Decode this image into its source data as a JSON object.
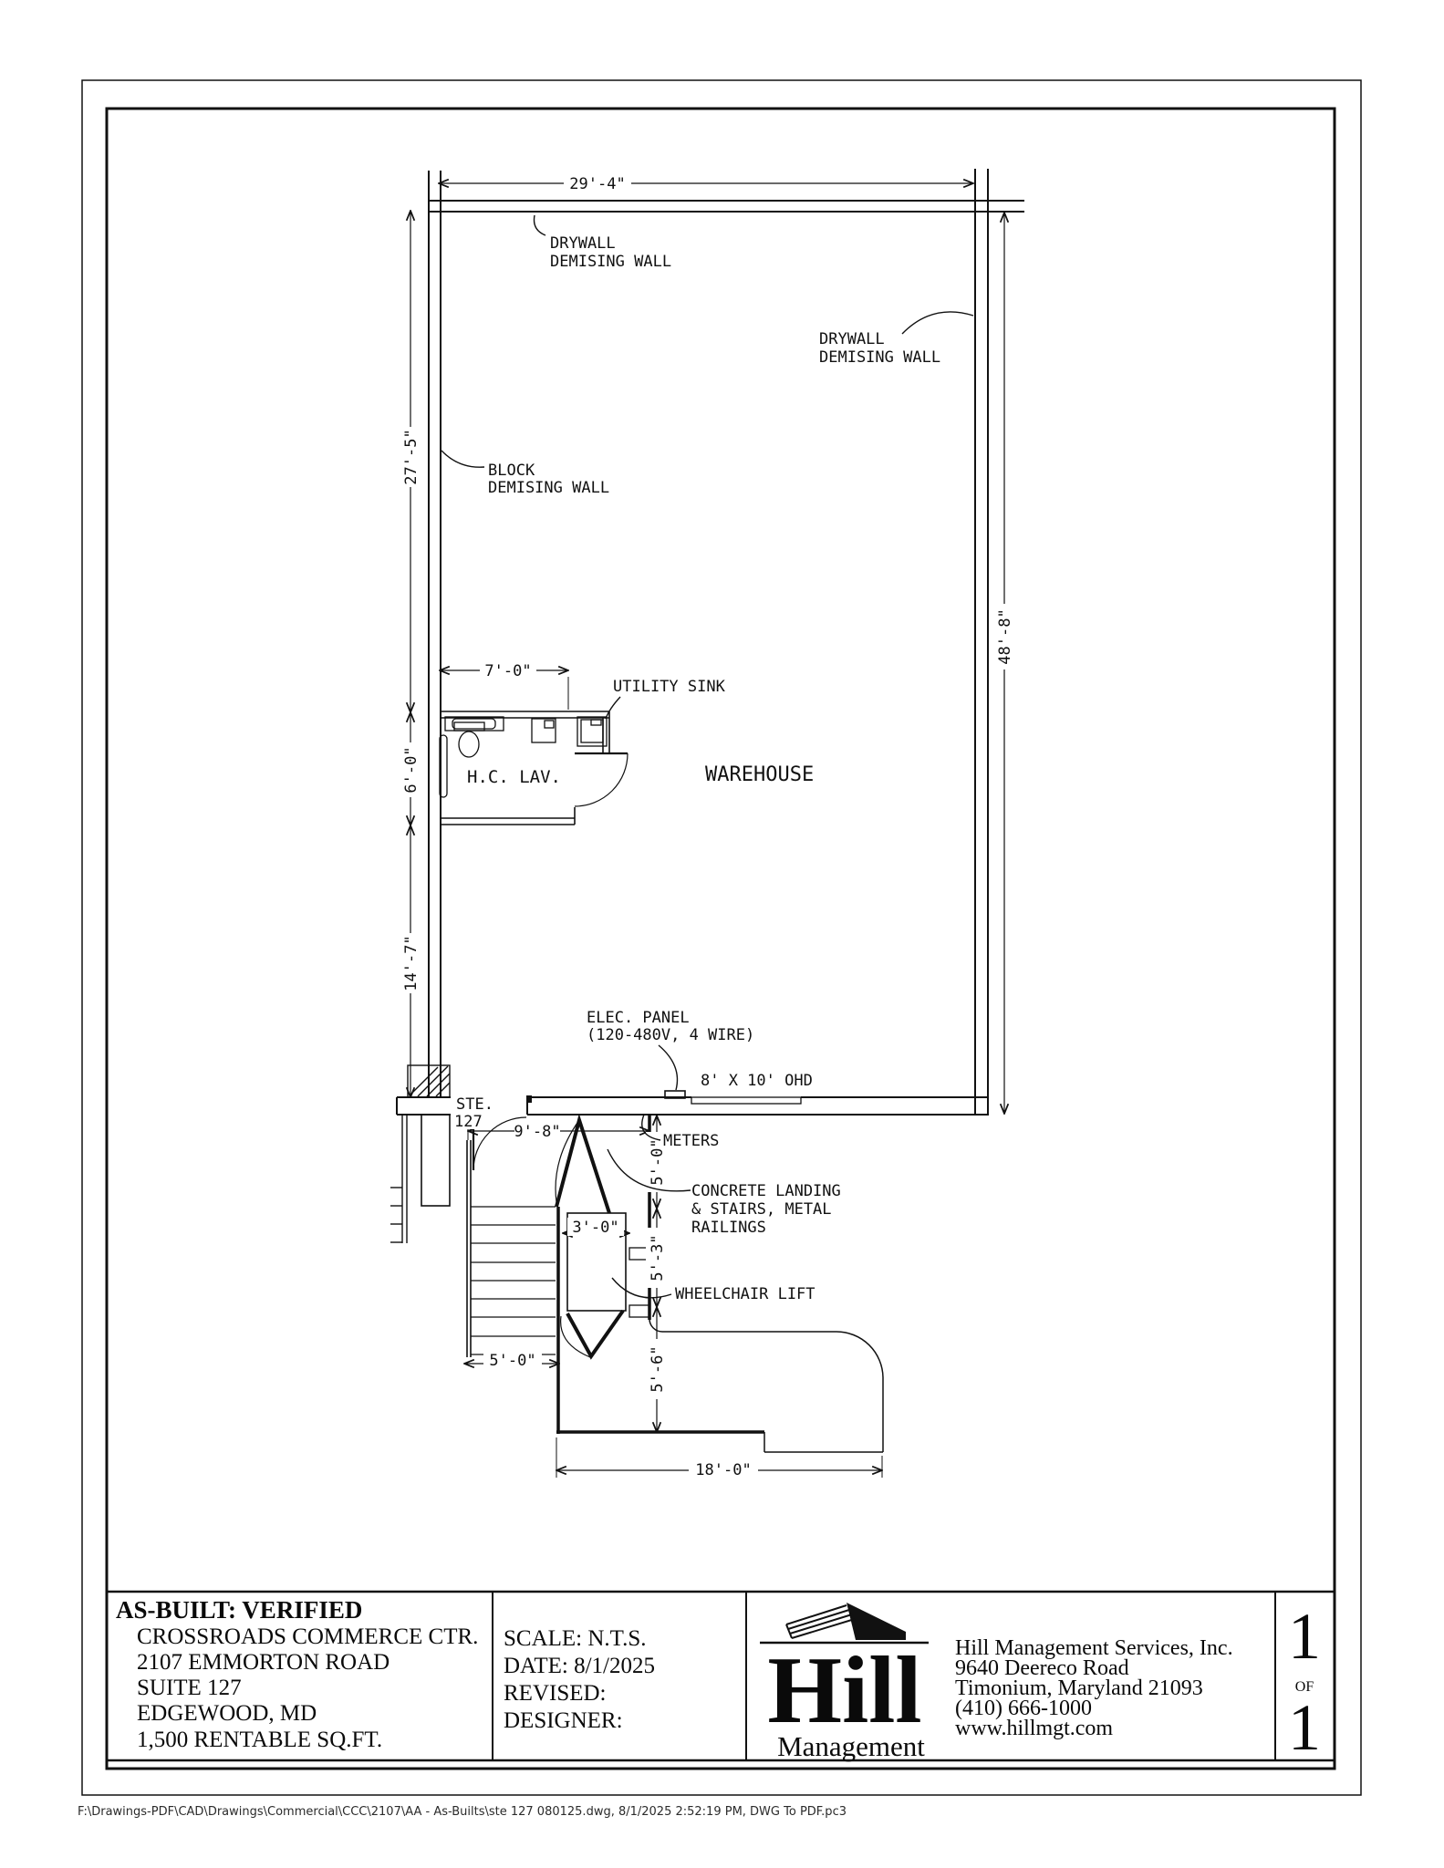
{
  "plan": {
    "dims": {
      "top_width": "29'-4\"",
      "right_height": "48'-8\"",
      "left_upper": "27'-5\"",
      "lav_height": "6'-0\"",
      "lav_width": "7'-0\"",
      "left_lower": "14'-7\"",
      "entry_width": "9'-8\"",
      "lift_width": "3'-0\"",
      "stairs_width": "5'-0\"",
      "landing_a": "5'-0\"",
      "landing_b": "5'-3\"",
      "landing_c": "5'-6\"",
      "apron_width": "18'-0\""
    },
    "labels": {
      "drywall_top_1": "DRYWALL",
      "drywall_top_2": "DEMISING WALL",
      "drywall_right_1": "DRYWALL",
      "drywall_right_2": "DEMISING WALL",
      "block_1": "BLOCK",
      "block_2": "DEMISING WALL",
      "utility_sink": "UTILITY SINK",
      "warehouse": "WAREHOUSE",
      "hc_lav": "H.C. LAV.",
      "elec_1": "ELEC. PANEL",
      "elec_2": "(120-480V, 4 WIRE)",
      "ohd": "8' X 10' OHD",
      "ste_1": "STE.",
      "ste_2": "127",
      "meters": "METERS",
      "concrete_1": "CONCRETE LANDING",
      "concrete_2": "& STAIRS, METAL",
      "concrete_3": "RAILINGS",
      "wheelchair": "WHEELCHAIR LIFT"
    }
  },
  "title_block": {
    "status": "AS-BUILT: VERIFIED",
    "project": [
      "CROSSROADS COMMERCE CTR.",
      "2107 EMMORTON ROAD",
      "SUITE 127",
      "EDGEWOOD, MD",
      "1,500 RENTABLE SQ.FT."
    ],
    "meta": [
      "SCALE: N.T.S.",
      "DATE: 8/1/2025",
      "REVISED:",
      "DESIGNER:"
    ],
    "logo": {
      "word": "Hill",
      "sub": "Management"
    },
    "company": [
      "Hill Management Services, Inc.",
      "9640 Deereco Road",
      "Timonium, Maryland  21093",
      "(410) 666-1000",
      "www.hillmgt.com"
    ],
    "sheet": {
      "page": "1",
      "of": "OF",
      "total": "1"
    }
  },
  "footer": "F:\\Drawings-PDF\\CAD\\Drawings\\Commercial\\CCC\\2107\\AA - As-Builts\\ste 127 080125.dwg, 8/1/2025 2:52:19 PM, DWG To PDF.pc3"
}
